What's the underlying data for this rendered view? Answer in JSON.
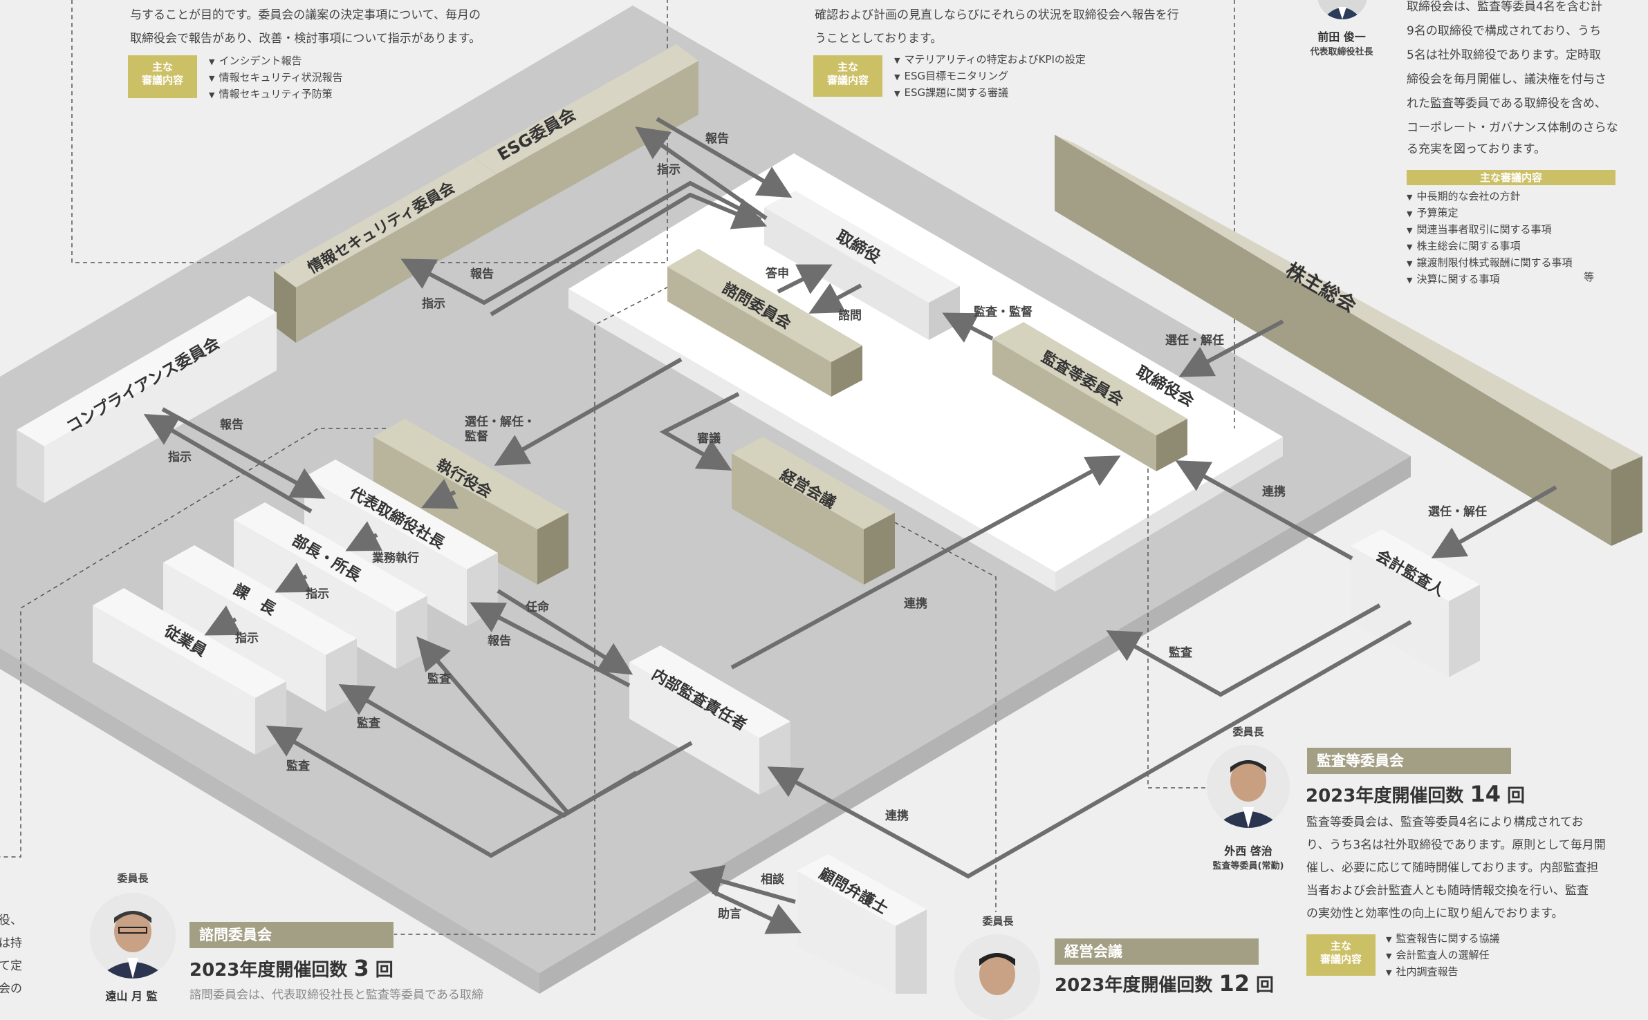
{
  "blocks": {
    "kabunushi": "株主総会",
    "torishimariyakukai": "取締役会",
    "torishimariyaku": "取締役",
    "shimon": "諮問委員会",
    "kansatou": "監査等委員会",
    "keiei": "経営会議",
    "esg": "ESG委員会",
    "jouhou": "情報セキュリティ委員会",
    "compliance": "コンプライアンス委員会",
    "shikkou": "執行役会",
    "daihyou": "代表取締役社長",
    "buchou": "部長・所長",
    "kachou": "課　長",
    "jugyouin": "従業員",
    "naibu": "内部監査責任者",
    "kaikei": "会計監査人",
    "komon": "顧問弁護士"
  },
  "arrow_labels": {
    "houkoku": "報告",
    "shiji": "指示",
    "toushin": "答申",
    "shimon": "諮問",
    "kansa_kantoku": "監査・監督",
    "sennin_kainin": "選任・解任",
    "sennin_kainin_kantoku_1": "選任・解任・",
    "sennin_kainin_kantoku_2": "監督",
    "shingi": "審議",
    "gyoumu": "業務執行",
    "ninmei": "任命",
    "renkei": "連携",
    "kansa": "監査",
    "soudan": "相談",
    "jogen": "助言"
  },
  "info_top_left": {
    "line1": "与することが目的です。委員会の議案の決定事項について、毎月の",
    "line2": "取締役会で報告があり、改善・検討事項について指示があります。",
    "tag_1": "主な",
    "tag_2": "審議内容",
    "items": [
      "インシデント報告",
      "情報セキュリティ状況報告",
      "情報セキュリティ予防策"
    ]
  },
  "info_top_mid": {
    "line1": "確認および計画の見直しならびにそれらの状況を取締役会へ報告を行",
    "line2": "うこととしております。",
    "tag_1": "主な",
    "tag_2": "審議内容",
    "items": [
      "マテリアリティの特定およびKPIの設定",
      "ESG目標モニタリング",
      "ESG課題に関する審議"
    ]
  },
  "board_panel": {
    "person_name": "前田 俊一",
    "person_title": "代表取締役社長",
    "lines": [
      "取締役会は、監査等委員4名を含む計",
      "9名の取締役で構成されており、うち",
      "5名は社外取締役であります。定時取",
      "締役会を毎月開催し、議決権を付与さ",
      "れた監査等委員である取締役を含め、",
      "コーポレート・ガバナンス体制のさらな",
      "る充実を図っております。"
    ],
    "heading": "主な審議内容",
    "items": [
      "中長期的な会社の方針",
      "予算策定",
      "関連当事者取引に関する事項",
      "株主総会に関する事項",
      "譲渡制限付株式報酬に関する事項",
      "決算に関する事項"
    ],
    "items_suffix": "等"
  },
  "audit_panel": {
    "role": "委員長",
    "person_name": "外西 啓治",
    "person_title": "監査等委員(常勤)",
    "band": "監査等委員会",
    "count_prefix": "2023年度開催回数",
    "count_value": "14",
    "count_suffix": "回",
    "lines": [
      "監査等委員会は、監査等委員4名により構成されてお",
      "り、うち3名は社外取締役であります。原則として毎月開",
      "催し、必要に応じて随時開催しております。内部監査担",
      "当者および会計監査人とも随時情報交換を行い、監査",
      "の実効性と効率性の向上に取り組んでおります。"
    ],
    "tag_1": "主な",
    "tag_2": "審議内容",
    "items": [
      "監査報告に関する協議",
      "会計監査人の選解任",
      "社内調査報告"
    ]
  },
  "advisory_panel": {
    "role": "委員長",
    "band": "諮問委員会",
    "count_prefix": "2023年度開催回数",
    "count_value": "3",
    "count_suffix": "回",
    "partial_name": "遠山 月 監",
    "partial_line": "諮問委員会は、代表取締役社長と監査等委員である取締",
    "left_edge": [
      "役、",
      "は持",
      "て定",
      "会の"
    ]
  },
  "mgmt_panel": {
    "role": "委員長",
    "band": "経営会議",
    "count_prefix": "2023年度開催回数",
    "count_value": "12",
    "count_suffix": "回"
  },
  "colors": {
    "platform_dark": "#c4c4c4",
    "platform_white": "#ffffff",
    "block_khaki": "#c3bfa6",
    "block_white": "#f4f4f4",
    "arrow": "#6e6e6e",
    "band_khaki": "#a39f85",
    "tag_yellow": "#ccc067"
  }
}
